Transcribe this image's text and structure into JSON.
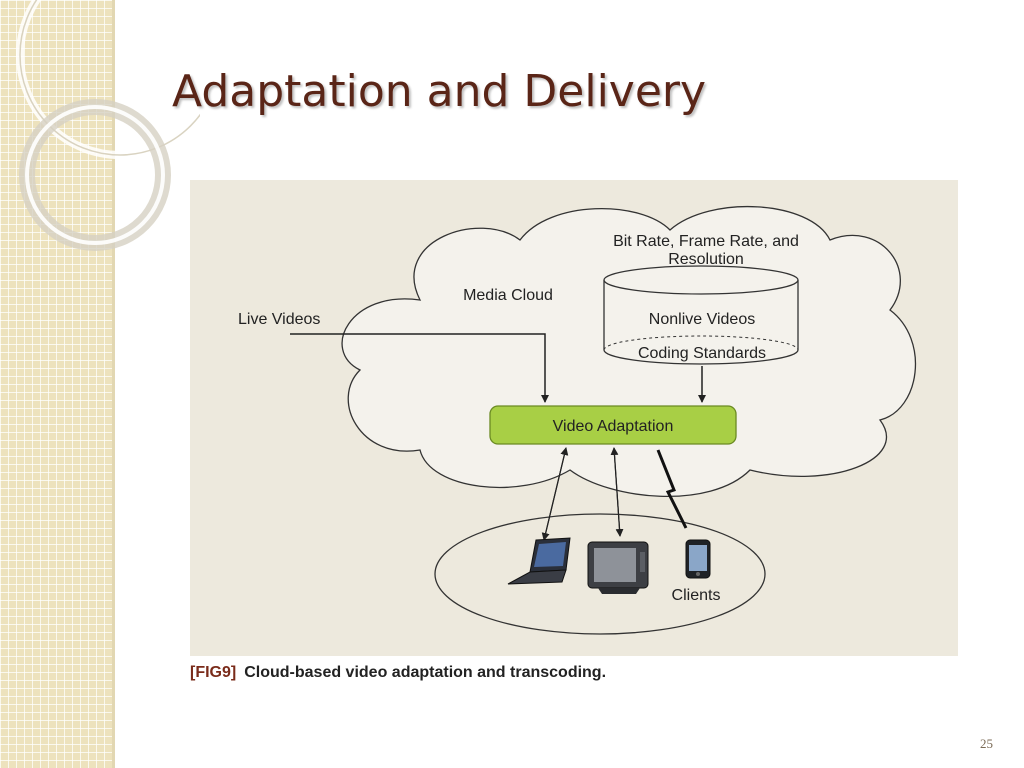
{
  "slide": {
    "title": "Adaptation and Delivery",
    "page_number": "25"
  },
  "figure": {
    "media_cloud_label": "Media Cloud",
    "bit_rate_line1": "Bit Rate, Frame Rate, and",
    "bit_rate_line2": "Resolution",
    "nonlive_videos_label": "Nonlive Videos",
    "coding_standards_label": "Coding Standards",
    "live_videos_label": "Live Videos",
    "video_adaptation_label": "Video Adaptation",
    "clients_label": "Clients",
    "caption_tag": "[FIG9]",
    "caption_text": "Cloud-based video adaptation and transcoding."
  },
  "colors": {
    "title": "#5a2517",
    "figure_background": "#ede9dd",
    "adaptation_box": "#a8cf45",
    "side_strip": "#ede2bd"
  }
}
